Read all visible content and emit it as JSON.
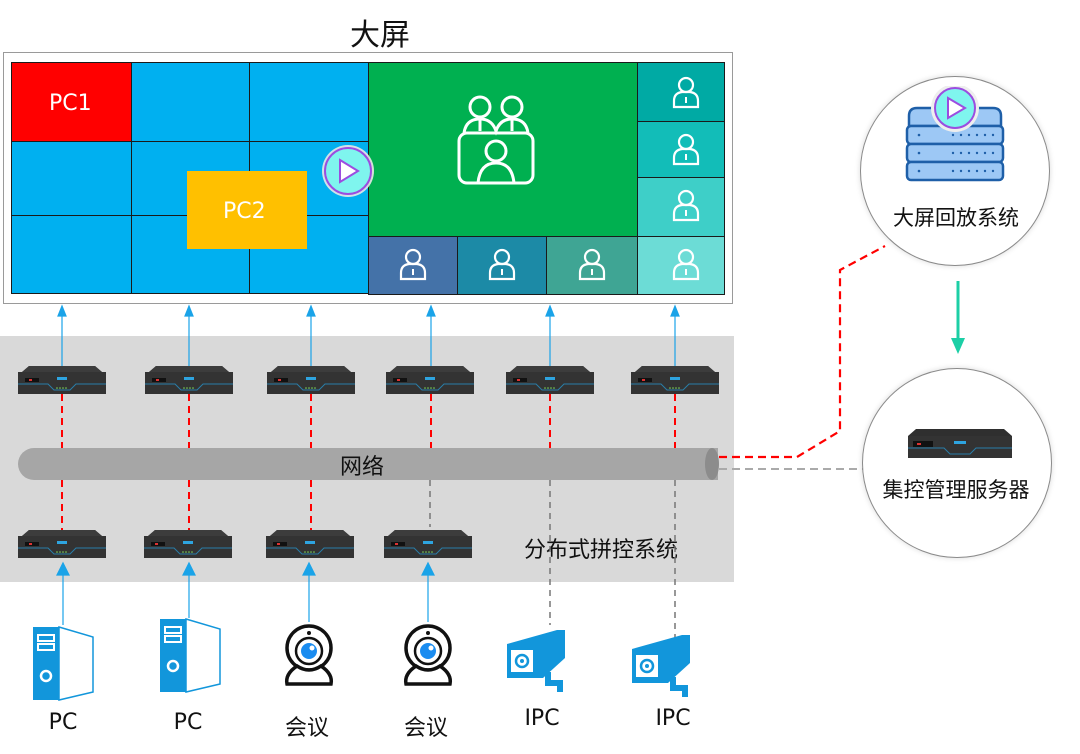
{
  "title": "大屏",
  "video_wall": {
    "windows": [
      {
        "name": "PC1",
        "label": "PC1",
        "color": "#ff0000"
      },
      {
        "name": "PC2",
        "label": "PC2",
        "color": "#ffc000"
      }
    ],
    "grid_color": "#00b0f0",
    "conference_color": "#00b050",
    "participant_colors": [
      "#4472a8",
      "#1c8aa6",
      "#3fa594",
      "#00aaa4",
      "#12bdb8",
      "#3ecfc8",
      "#6cdcd6"
    ]
  },
  "network": {
    "label": "网络",
    "system_label": "分布式拼控系统"
  },
  "right_nodes": {
    "playback": {
      "label": "大屏回放系统"
    },
    "server": {
      "label": "集控管理服务器"
    }
  },
  "sources": [
    {
      "type": "pc",
      "label": "PC"
    },
    {
      "type": "pc",
      "label": "PC"
    },
    {
      "type": "conference",
      "label": "会议"
    },
    {
      "type": "conference",
      "label": "会议"
    },
    {
      "type": "ipc",
      "label": "IPC"
    },
    {
      "type": "ipc",
      "label": "IPC"
    }
  ],
  "colors": {
    "arrow_blue": "#1aa3e8",
    "link_red": "#ff0000",
    "link_gray": "#888888",
    "teal_arrow": "#1ccfa6",
    "icon_blue": "#1296db"
  }
}
